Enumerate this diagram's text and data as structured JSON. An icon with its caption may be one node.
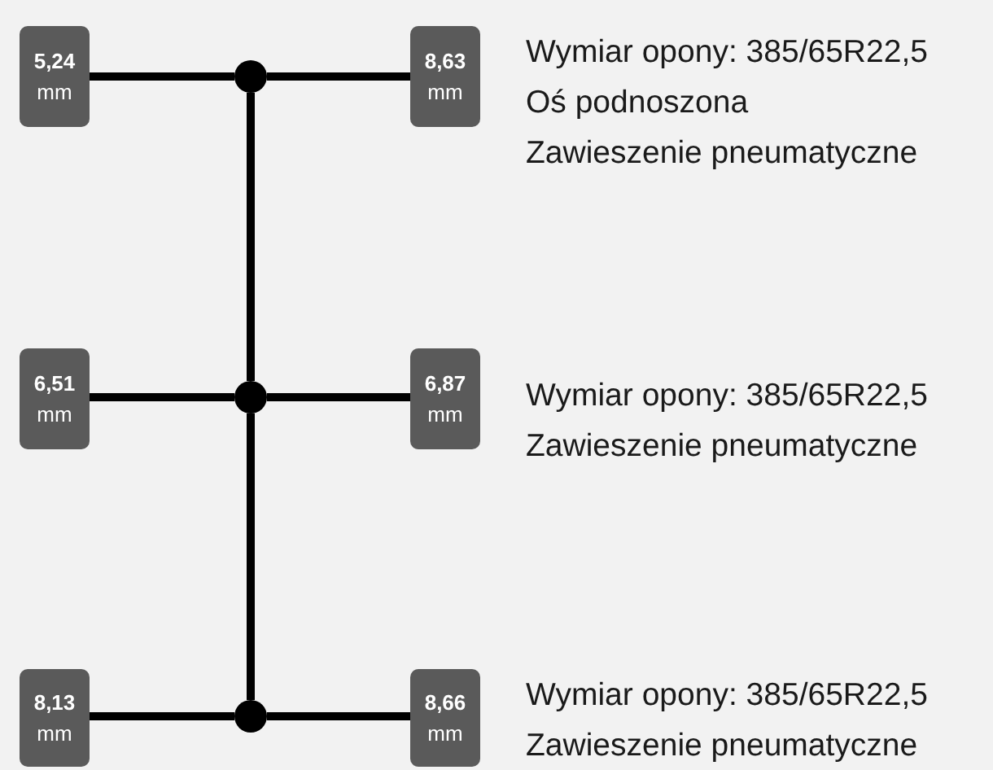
{
  "diagram": {
    "nodes": [
      {
        "text": [
          "**5,24** mm"
        ]
      },
      {
        "text": [],
        "shape": "circle"
      },
      {
        "text": [
          "**8,63** mm"
        ],
        "beside": [
          "Wymiar opony: 385/65R22,5",
          "Oś podnoszona",
          "Zawieszenie pneumatyczne"
        ]
      },
      {
        "text": [
          "**6,51** mm"
        ]
      },
      {
        "text": [],
        "shape": "circle"
      },
      {
        "text": [
          "**6,87** mm"
        ],
        "beside": [
          "Wymiar opony: 385/65R22,5",
          "Zawieszenie pneumatyczne"
        ]
      },
      {
        "text": [
          "**8,13** mm"
        ]
      },
      {
        "text": [],
        "shape": "circle"
      },
      {
        "text": [
          "**8,66** mm"
        ],
        "beside": [
          "Wymiar opony: 385/65R22,5",
          "Zawieszenie pneumatyczne"
        ]
      }
    ],
    "edges": [
      {
        "from": 0,
        "to": 1,
        "arrow": "none"
      },
      {
        "from": 1,
        "to": 2,
        "arrow": "none"
      },
      {
        "from": 1,
        "to": 4,
        "arrow": "none"
      },
      {
        "from": 3,
        "to": 4,
        "arrow": "none"
      },
      {
        "from": 4,
        "to": 5,
        "arrow": "none"
      },
      {
        "from": 4,
        "to": 7,
        "arrow": "none"
      },
      {
        "from": 6,
        "to": 7,
        "arrow": "none"
      },
      {
        "from": 7,
        "to": 8,
        "arrow": "none"
      }
    ]
  }
}
